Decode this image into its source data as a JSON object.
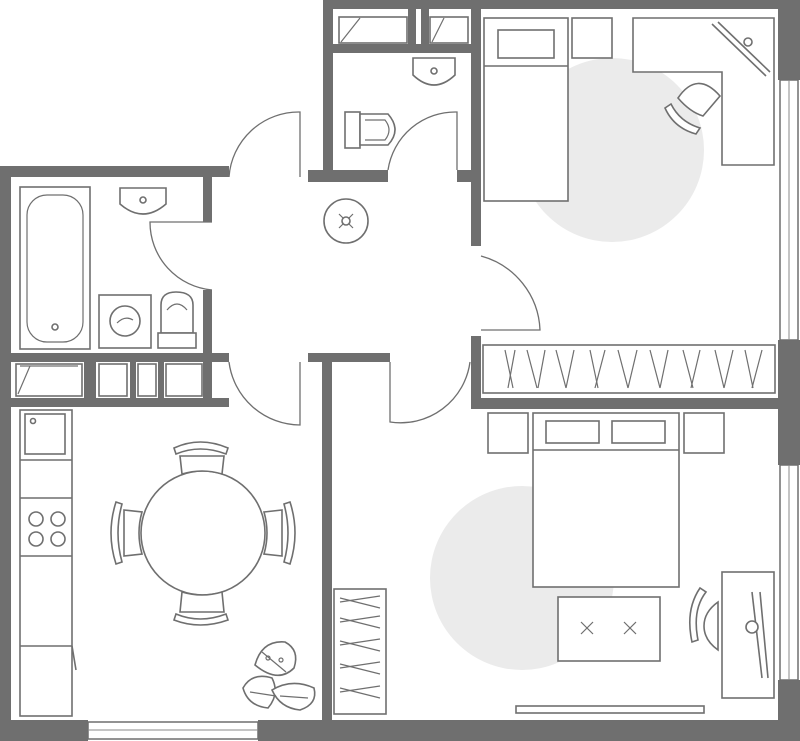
{
  "plan": {
    "colors": {
      "wall": "#6f6f6f",
      "rug": "#ebebeb",
      "background": "#ffffff"
    },
    "rooms": [
      "hallway",
      "bathroom",
      "toilet",
      "storage",
      "bedroom-1",
      "bedroom-2",
      "kitchen"
    ],
    "icons": [
      "bathtub-icon",
      "sink-icon",
      "toilet-icon",
      "washing-machine-icon",
      "ceiling-light-icon",
      "bed-icon",
      "desk-icon",
      "chair-icon",
      "wardrobe-icon",
      "dining-table-icon",
      "stove-icon",
      "plant-icon",
      "rug-icon"
    ]
  }
}
